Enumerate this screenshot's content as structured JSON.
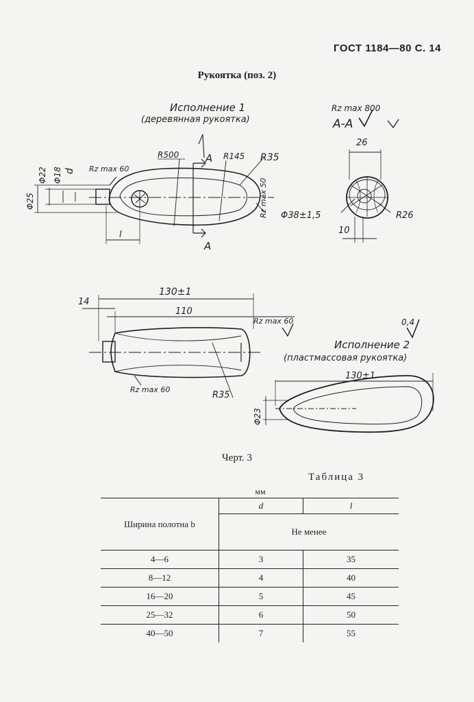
{
  "header": "ГОСТ 1184—80 С. 14",
  "title": "Рукоятка (поз. 2)",
  "drawing": {
    "execution1": "Исполнение 1",
    "execution1_sub": "(деревянная рукоятка)",
    "execution2": "Исполнение 2",
    "execution2_sub": "(пластмассовая рукоятка)",
    "section": "А-А",
    "section_rough": "Rz max 800",
    "arrow_label": "А",
    "dims": {
      "d22": "Φ22",
      "d18": "Φ18",
      "d": "d",
      "d25": "Φ25",
      "rz60": "Rz max 60",
      "r500": "R500",
      "r145": "R145",
      "r35": "R35",
      "rz50": "Rz max 50",
      "l": "l",
      "w26": "26",
      "d38": "Φ38±1,5",
      "r26": "R26",
      "w10": "10",
      "l130": "130±1",
      "w14": "14",
      "w110": "110",
      "r35b": "R35",
      "rz60b": "Rz max 60",
      "rz60c": "Rz max 60",
      "l130b": "130±1",
      "d23": "Φ23",
      "r04": "0,4"
    }
  },
  "caption": "Черт. 3",
  "table_caption": "Таблица 3",
  "unit": "мм",
  "table": {
    "col1": "Ширина полотна b",
    "col_d": "d",
    "col_l": "l",
    "min_note": "Не менее",
    "rows": [
      {
        "b": "4—6",
        "d": "3",
        "l": "35"
      },
      {
        "b": "8—12",
        "d": "4",
        "l": "40"
      },
      {
        "b": "16—20",
        "d": "5",
        "l": "45"
      },
      {
        "b": "25—32",
        "d": "6",
        "l": "50"
      },
      {
        "b": "40—50",
        "d": "7",
        "l": "55"
      }
    ]
  }
}
